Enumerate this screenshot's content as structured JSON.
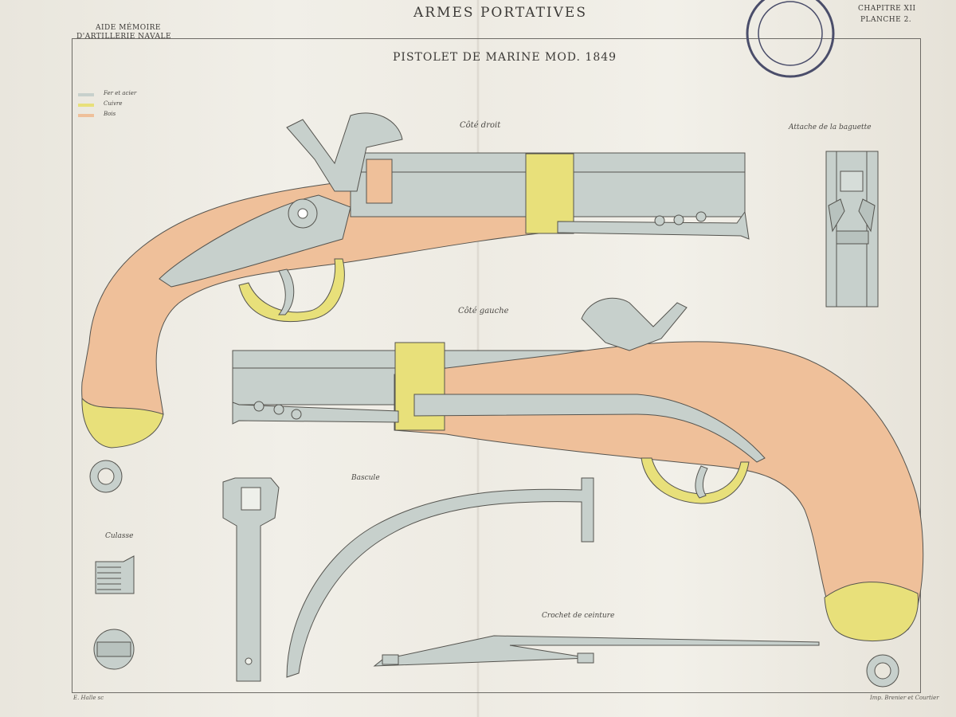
{
  "header": {
    "title": "ARMES PORTATIVES",
    "left_line1": "AIDE MÉMOIRE",
    "left_line2": "D'ARTILLERIE NAVALE",
    "right_line1": "CHAPITRE XII",
    "right_line2": "PLANCHE 2."
  },
  "plate_title": "PISTOLET DE MARINE MOD. 1849",
  "legend": [
    {
      "label": "Fer et acier",
      "color": "#c7d0cc"
    },
    {
      "label": "Cuivre",
      "color": "#e8e07a"
    },
    {
      "label": "Bois",
      "color": "#efc09a"
    }
  ],
  "captions": {
    "cote_droit": "Côté droit",
    "cote_gauche": "Côté gauche",
    "attache": "Attache de la baguette",
    "bascule": "Bascule",
    "culasse": "Culasse",
    "crochet": "Crochet de ceinture"
  },
  "footer": {
    "engraver": "E. Halle sc",
    "printer": "Imp. Brenier et Courtier"
  },
  "colors": {
    "steel": "#c7d0cc",
    "brass": "#e8e07a",
    "wood": "#efc09a",
    "line": "#55544f"
  }
}
